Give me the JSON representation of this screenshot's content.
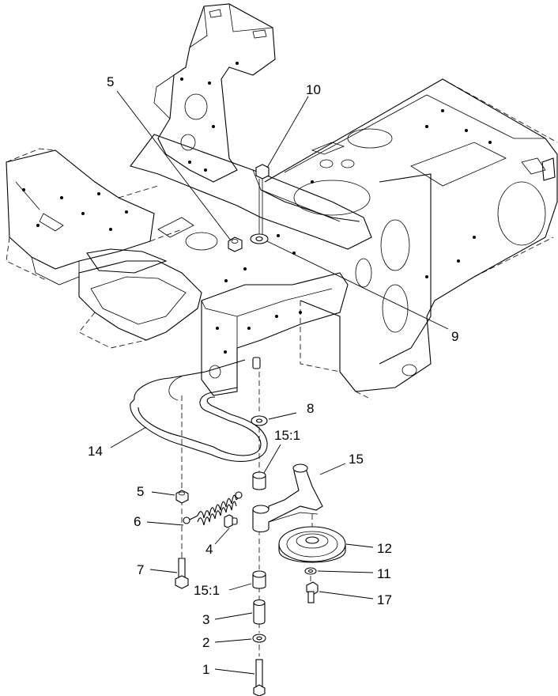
{
  "callouts": [
    {
      "id": "c5a",
      "label": "5"
    },
    {
      "id": "c10",
      "label": "10"
    },
    {
      "id": "c9",
      "label": "9"
    },
    {
      "id": "c8",
      "label": "8"
    },
    {
      "id": "c14",
      "label": "14"
    },
    {
      "id": "c151a",
      "label": "15:1"
    },
    {
      "id": "c15",
      "label": "15"
    },
    {
      "id": "c5b",
      "label": "5"
    },
    {
      "id": "c6",
      "label": "6"
    },
    {
      "id": "c4",
      "label": "4"
    },
    {
      "id": "c12",
      "label": "12"
    },
    {
      "id": "c7",
      "label": "7"
    },
    {
      "id": "c11",
      "label": "11"
    },
    {
      "id": "c151b",
      "label": "15:1"
    },
    {
      "id": "c17",
      "label": "17"
    },
    {
      "id": "c3",
      "label": "3"
    },
    {
      "id": "c2",
      "label": "2"
    },
    {
      "id": "c1",
      "label": "1"
    }
  ]
}
